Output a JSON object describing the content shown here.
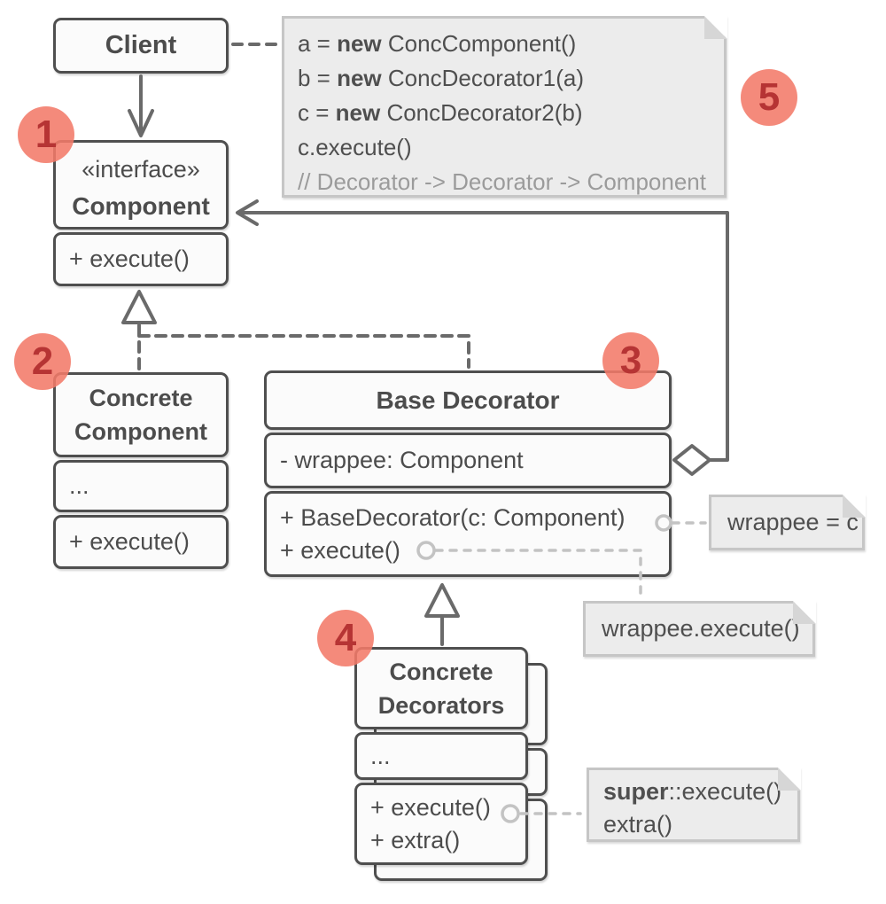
{
  "colors": {
    "box_border": "#4f4f4f",
    "box_fill": "#fbfbfb",
    "note_fill": "#ececec",
    "note_border": "#c6c6c6",
    "solid_line": "#6a6a6a",
    "light_line": "#c3c3c3",
    "badge_fill": "#f37a69",
    "badge_text": "#b63434",
    "text": "#4c4c4c",
    "comment_text": "#9b9b9b"
  },
  "classes": {
    "client": {
      "title": "Client"
    },
    "component": {
      "stereotype": "«interface»",
      "title": "Component",
      "methods": [
        "+ execute()"
      ]
    },
    "concrete_component": {
      "title_line1": "Concrete",
      "title_line2": "Component",
      "fields": [
        "..."
      ],
      "methods": [
        "+ execute()"
      ]
    },
    "base_decorator": {
      "title": "Base Decorator",
      "fields": [
        "- wrappee: Component"
      ],
      "methods": [
        "+ BaseDecorator(c: Component)",
        "+ execute()"
      ]
    },
    "concrete_decorators": {
      "title_line1": "Concrete",
      "title_line2": "Decorators",
      "fields": [
        "..."
      ],
      "methods": [
        "+ execute()",
        "+ extra()"
      ]
    }
  },
  "notes": {
    "code": {
      "lines": [
        {
          "pre": "a = ",
          "kw": "new",
          "post": " ConcComponent()"
        },
        {
          "pre": "b = ",
          "kw": "new",
          "post": " ConcDecorator1(a)"
        },
        {
          "pre": "c = ",
          "kw": "new",
          "post": " ConcDecorator2(b)"
        },
        {
          "pre": "c.execute()",
          "kw": "",
          "post": ""
        }
      ],
      "comment": "// Decorator -> Decorator -> Component"
    },
    "wrappee_assign": {
      "text": "wrappee = c"
    },
    "wrappee_execute": {
      "text": "wrappee.execute()"
    },
    "super_execute": {
      "kw": "super",
      "post": "::execute()",
      "line2": "extra()"
    }
  },
  "badges": {
    "b1": "1",
    "b2": "2",
    "b3": "3",
    "b4": "4",
    "b5": "5"
  }
}
